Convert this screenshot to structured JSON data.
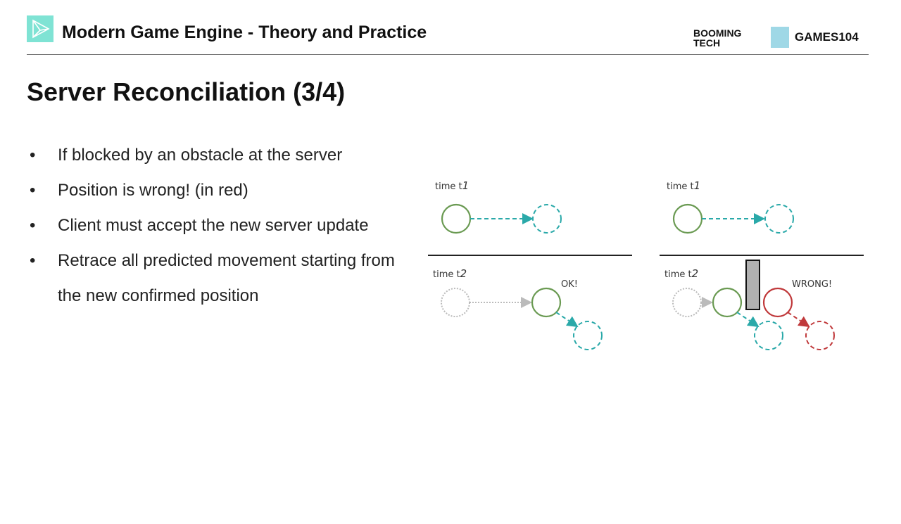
{
  "header": {
    "course_title": "Modern Game Engine - Theory and Practice",
    "brand_logo_1": "BOOMING TECH",
    "brand_logo_2": "GAMES104"
  },
  "slide": {
    "title": "Server Reconciliation (3/4)",
    "bullets": [
      "If blocked by an obstacle at the server",
      "Position is wrong! (in red)",
      "Client must accept the new server update",
      "Retrace all predicted movement starting from the new confirmed position"
    ]
  },
  "diagram": {
    "left": {
      "label_t1": "time t",
      "sub_t1": "1",
      "label_t2": "time t",
      "sub_t2": "2",
      "status": "OK!"
    },
    "right": {
      "label_t1": "time t",
      "sub_t1": "1",
      "label_t2": "time t",
      "sub_t2": "2",
      "status": "WRONG!"
    },
    "colors": {
      "confirmed": "#6a9a52",
      "predicted": "#2aa9a9",
      "wrong": "#c0393b",
      "previous": "#bbbbbb",
      "obstacle": "#b0b0b0"
    }
  }
}
